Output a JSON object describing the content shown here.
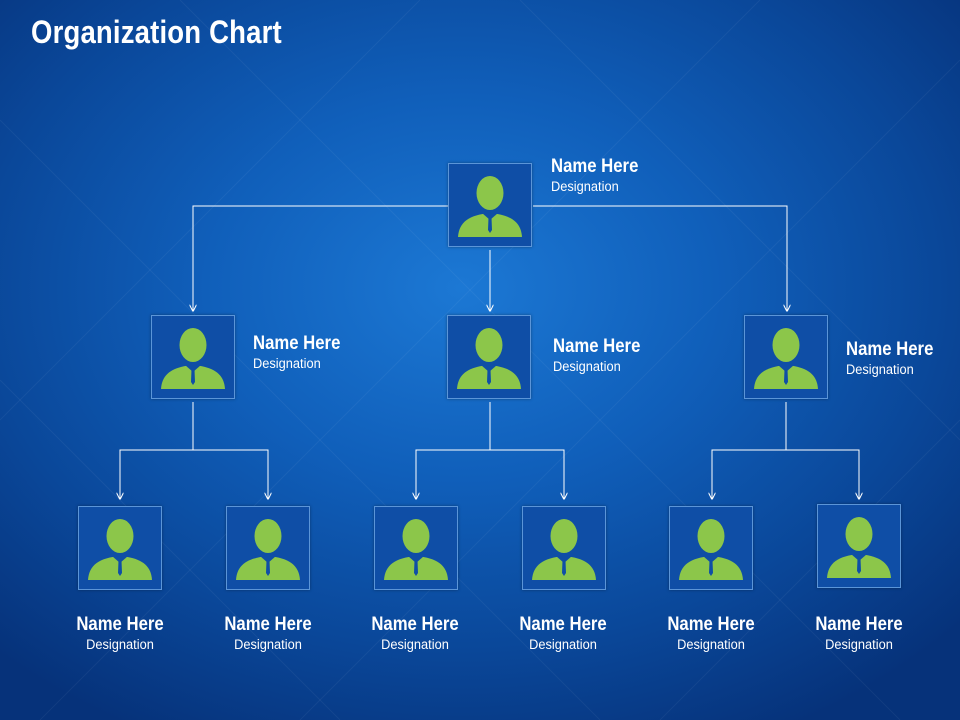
{
  "slide": {
    "title": "Organization Chart",
    "colors": {
      "background": "#0a4799",
      "box": "#0f4ea6",
      "person": "#8cc64a",
      "line": "#ffffff"
    }
  },
  "nodes": {
    "top": {
      "name": "Name Here",
      "designation": "Designation"
    },
    "mid": [
      {
        "name": "Name Here",
        "designation": "Designation"
      },
      {
        "name": "Name Here",
        "designation": "Designation"
      },
      {
        "name": "Name Here",
        "designation": "Designation"
      }
    ],
    "bottom": [
      {
        "name": "Name Here",
        "designation": "Designation"
      },
      {
        "name": "Name Here",
        "designation": "Designation"
      },
      {
        "name": "Name Here",
        "designation": "Designation"
      },
      {
        "name": "Name Here",
        "designation": "Designation"
      },
      {
        "name": "Name Here",
        "designation": "Designation"
      },
      {
        "name": "Name Here",
        "designation": "Designation"
      }
    ]
  }
}
